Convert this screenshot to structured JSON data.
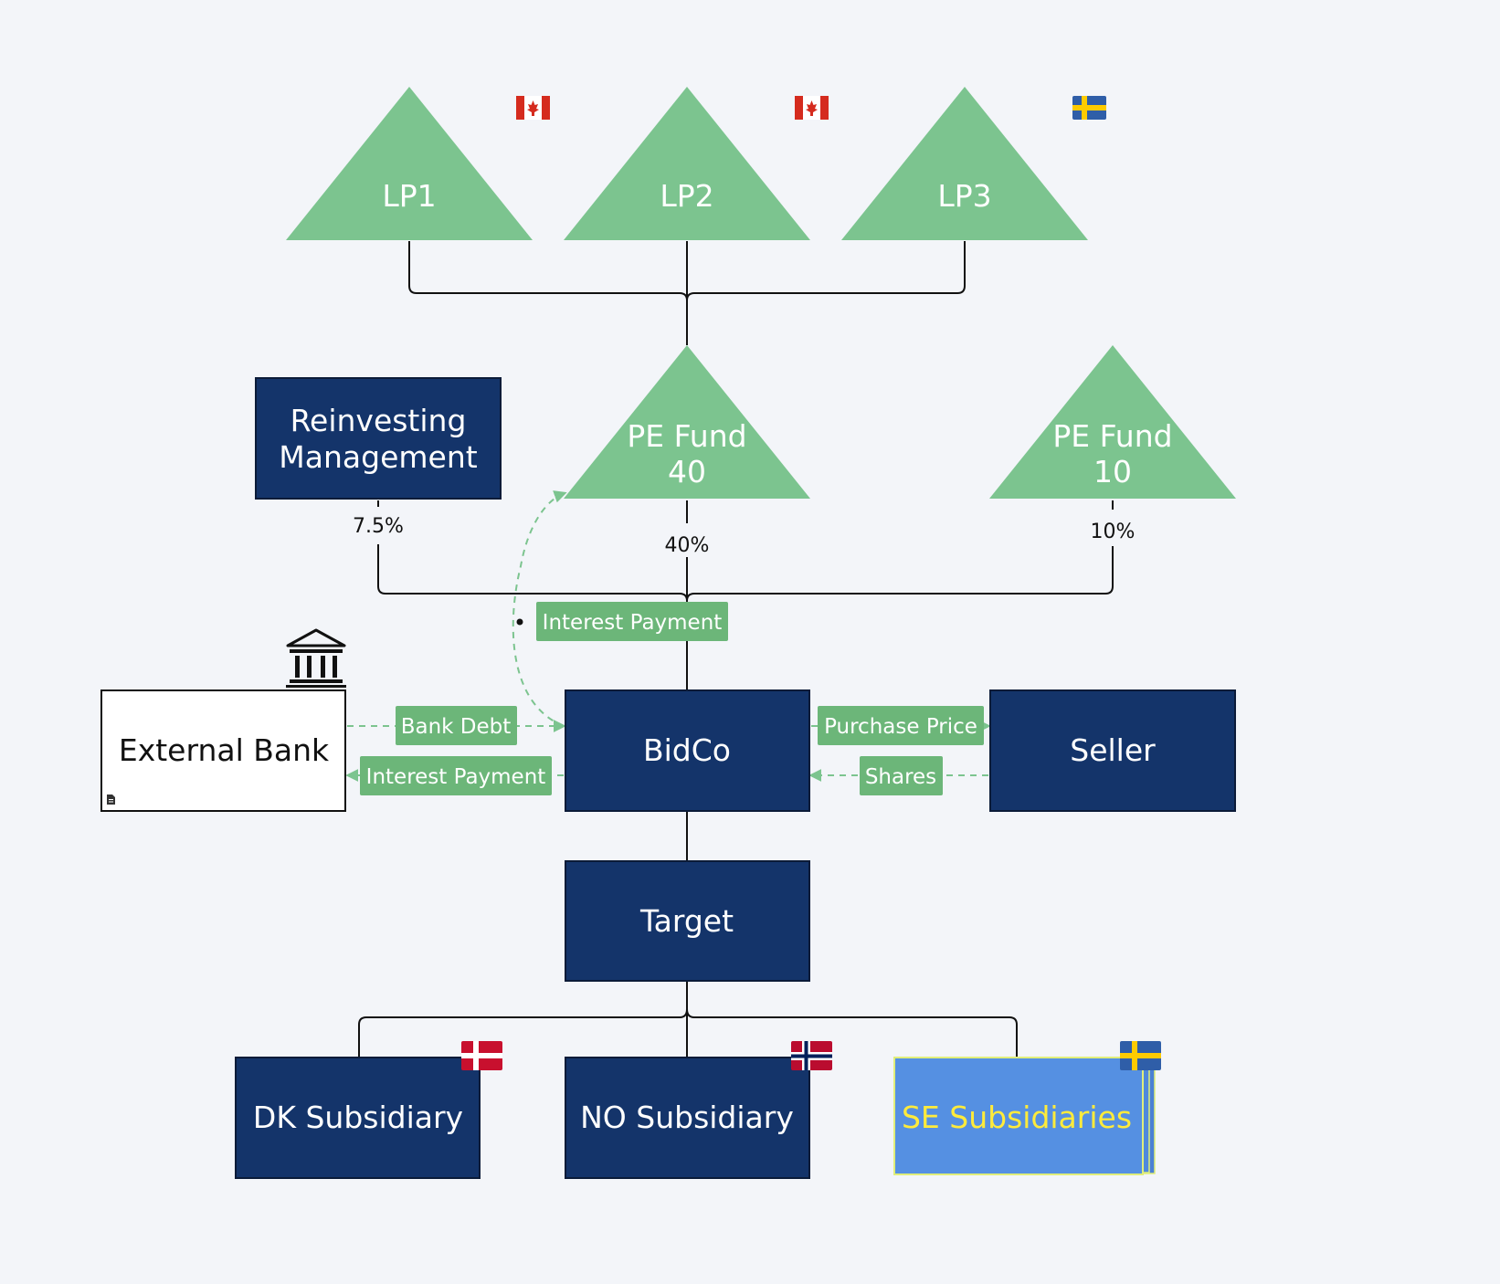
{
  "colors": {
    "background": "#f3f5f9",
    "triangle": "#7cc48f",
    "entity": "#14346a",
    "tag": "#6cb679",
    "se_box": "#5590e2",
    "se_text": "#ffeb3b"
  },
  "limited_partners": [
    {
      "label": "LP1",
      "flag": "canada-flag-icon"
    },
    {
      "label": "LP2",
      "flag": "canada-flag-icon"
    },
    {
      "label": "LP3",
      "flag": "sweden-flag-icon"
    }
  ],
  "funds": {
    "pe_fund_40": {
      "line1": "PE Fund",
      "line2": "40",
      "ownership": "40%"
    },
    "pe_fund_10": {
      "line1": "PE Fund",
      "line2": "10",
      "ownership": "10%"
    }
  },
  "management": {
    "line1": "Reinvesting",
    "line2": "Management",
    "ownership": "7.5%"
  },
  "bidco": {
    "label": "BidCo"
  },
  "target": {
    "label": "Target"
  },
  "external_bank": {
    "label": "External Bank",
    "icon": "bank-icon"
  },
  "seller": {
    "label": "Seller"
  },
  "flows": {
    "interest_to_fund": "Interest Payment",
    "bank_debt": "Bank Debt",
    "interest_to_bank": "Interest Payment",
    "purchase_price": "Purchase Price",
    "shares": "Shares"
  },
  "subsidiaries": [
    {
      "label": "DK Subsidiary",
      "flag": "denmark-flag-icon"
    },
    {
      "label": "NO Subsidiary",
      "flag": "norway-flag-icon"
    },
    {
      "label": "SE Subsidiaries",
      "flag": "sweden-flag-icon"
    }
  ]
}
